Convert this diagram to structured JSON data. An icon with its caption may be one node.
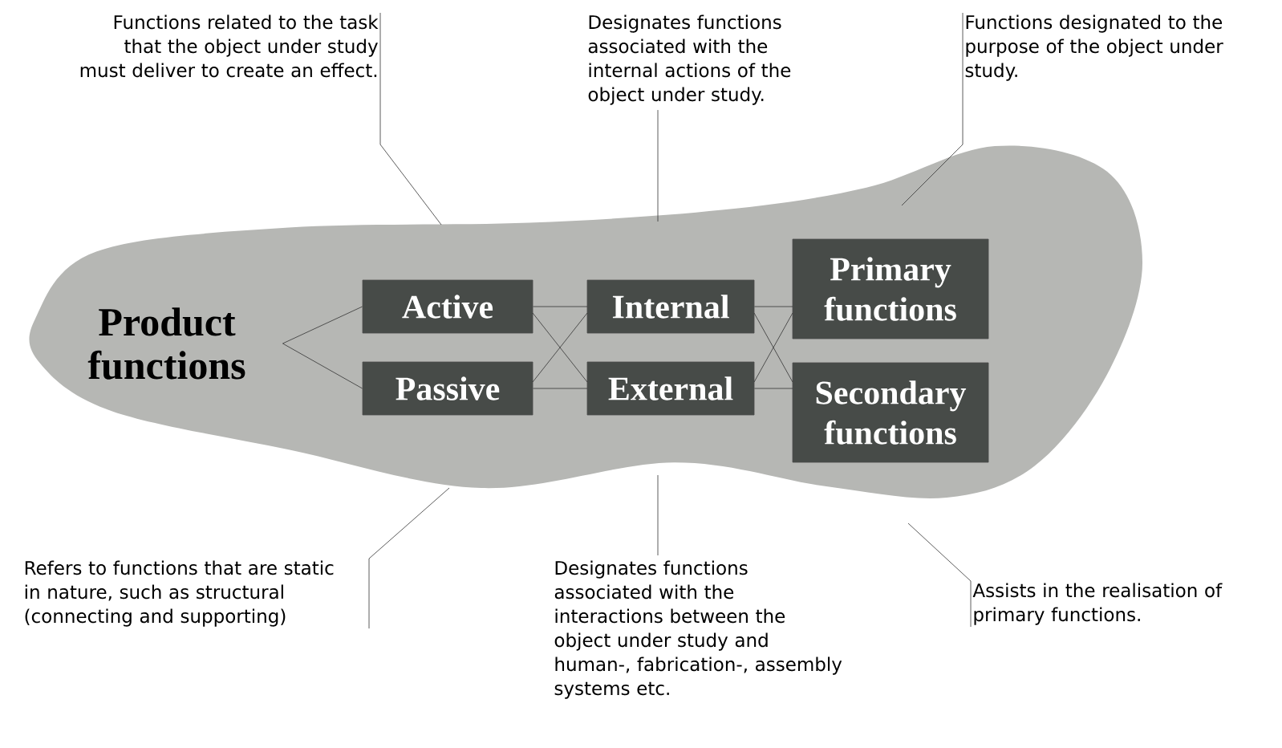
{
  "diagram": {
    "nodes": [
      {
        "text": [],
        "shape": "cloud"
      },
      {
        "text": [
          "Product functions"
        ],
        "in": 0
      },
      {
        "text": [
          "Active"
        ],
        "in": 0
      },
      {
        "text": [
          "Passive"
        ],
        "in": 0
      },
      {
        "text": [
          "Internal"
        ],
        "in": 0
      },
      {
        "text": [
          "External"
        ],
        "in": 0
      },
      {
        "text": [
          "Primary functions"
        ],
        "in": 0
      },
      {
        "text": [
          "Secondary functions"
        ],
        "in": 0
      },
      {
        "text": [
          "Functions related to the task that the object under study must deliver to create an effect."
        ]
      },
      {
        "text": [
          "Designates functions associated with the internal actions of the object under study."
        ]
      },
      {
        "text": [
          "Functions designated to the purpose of the object under study."
        ]
      },
      {
        "text": [
          "Refers to functions that are static in nature, such as structural (connecting and supporting)"
        ]
      },
      {
        "text": [
          "Designates functions associated with the interactions between the object under study and human-, fabrication-, assembly systems etc."
        ]
      },
      {
        "text": [
          "Assists in the realisation of primary functions."
        ]
      }
    ],
    "edges": [
      {
        "from": 1,
        "to": 2,
        "arrow": "none"
      },
      {
        "from": 1,
        "to": 3,
        "arrow": "none"
      },
      {
        "from": 2,
        "to": 4,
        "arrow": "none"
      },
      {
        "from": 2,
        "to": 5,
        "arrow": "none"
      },
      {
        "from": 3,
        "to": 4,
        "arrow": "none"
      },
      {
        "from": 3,
        "to": 5,
        "arrow": "none"
      },
      {
        "from": 4,
        "to": 6,
        "arrow": "none"
      },
      {
        "from": 4,
        "to": 7,
        "arrow": "none"
      },
      {
        "from": 5,
        "to": 6,
        "arrow": "none"
      },
      {
        "from": 5,
        "to": 7,
        "arrow": "none"
      },
      {
        "from": 8,
        "to": 0,
        "arrow": "none"
      },
      {
        "from": 9,
        "to": 0,
        "arrow": "none"
      },
      {
        "from": 10,
        "to": 0,
        "arrow": "none"
      },
      {
        "from": 11,
        "to": 0,
        "arrow": "none"
      },
      {
        "from": 12,
        "to": 0,
        "arrow": "none"
      },
      {
        "from": 13,
        "to": 0,
        "arrow": "none"
      }
    ]
  }
}
